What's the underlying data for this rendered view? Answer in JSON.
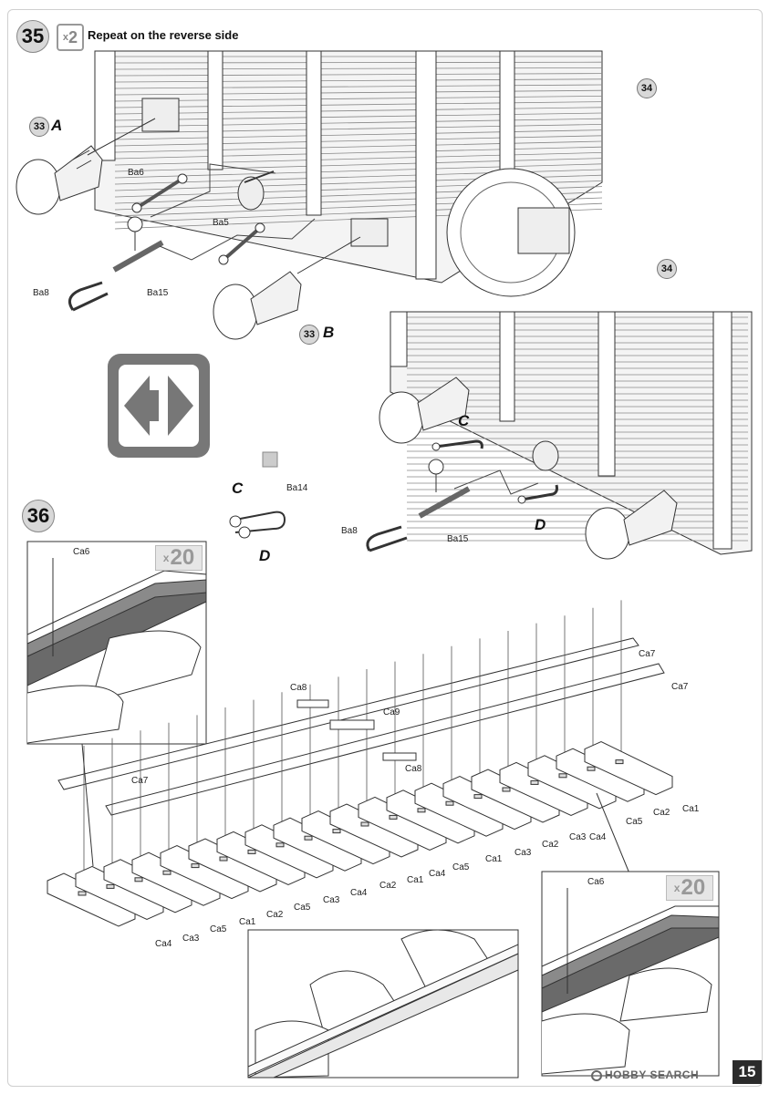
{
  "header": {
    "step_35": "35",
    "repeat_count": "2",
    "repeat_prefix": "x",
    "instruction": "Repeat on the reverse side",
    "step_36": "36"
  },
  "refs": {
    "r34_top": "34",
    "r34_mid": "34",
    "r33a": "33",
    "r33b": "33"
  },
  "letters": {
    "a": "A",
    "b": "B",
    "c1": "C",
    "d1": "D",
    "c2": "C",
    "d2": "D"
  },
  "parts_35": {
    "ba6": "Ba6",
    "ba5": "Ba5",
    "ba15_top": "Ba15",
    "ba8_top": "Ba8",
    "ba14": "Ba14",
    "ba8_mid": "Ba8",
    "ba15_mid": "Ba15"
  },
  "inset_left": {
    "multiplier_prefix": "x",
    "multiplier_value": "20",
    "part": "Ca6"
  },
  "inset_right": {
    "multiplier_prefix": "x",
    "multiplier_value": "20",
    "part": "Ca6"
  },
  "track_labels": {
    "ca7_a": "Ca7",
    "ca7_b": "Ca7",
    "ca7_c": "Ca7",
    "ca8_a": "Ca8",
    "ca9": "Ca9",
    "ca8_b": "Ca8",
    "ties_upper": [
      "Ca1",
      "Ca2",
      "Ca5",
      "Ca4",
      "Ca3",
      "Ca2",
      "Ca3",
      "Ca1",
      "Ca5",
      "Ca4",
      "Ca1"
    ],
    "ties_lower": [
      "Ca4",
      "Ca3",
      "Ca5",
      "Ca1",
      "Ca2",
      "Ca5",
      "Ca3",
      "Ca4",
      "Ca2"
    ]
  },
  "footer": {
    "page_number": "15",
    "watermark": "HOBBY SEARCH"
  }
}
